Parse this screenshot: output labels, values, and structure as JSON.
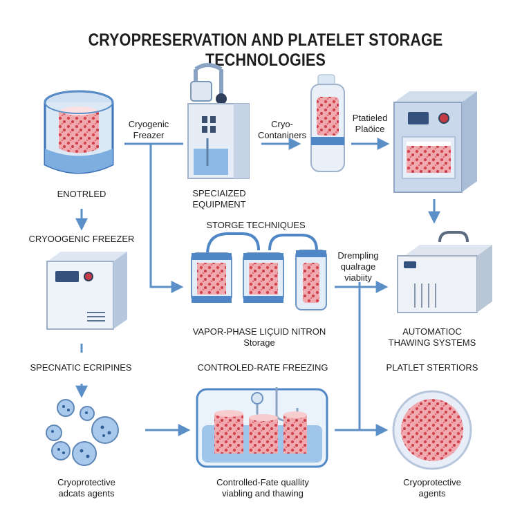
{
  "title": "CRYOPRESERVATION AND PLATELET STORAGE TECHNOLOGIES",
  "labels": {
    "enotrled": "ENOTRLED",
    "cryogenic_freezer_arrow": [
      "Cryogenic",
      "Freazer"
    ],
    "specialized_equipment": [
      "SPECIAIZED",
      "EQUIPMENT"
    ],
    "cryo_containers": [
      "Cryo-",
      "Contaniners"
    ],
    "platieled_placice": [
      "Ptatieled",
      "Plaöice"
    ],
    "cryoogenic_freezer": "CRYOOGENIC FREEZER",
    "storge_techniques": "STORGE TECHNIQUES",
    "drempling": [
      "Drempling",
      "qualrage",
      "viabiity"
    ],
    "vapor_phase": [
      "VAPOR-PHASE LIÇUID NITRON",
      "Storage"
    ],
    "automatic_thawing": [
      "AUTOMATIOC",
      "THAWING SYSTEMS"
    ],
    "specnatic_ecripines": "SPECNATIC ECRIPINES",
    "controled_rate": "CONTROLED-RATE FREEZING",
    "platlet_stertiors": "PLATLET STERTIORS",
    "cryoprotective_adcats": [
      "Cryoprotective",
      "adcats agents"
    ],
    "controlled_fate": [
      "Controlled-Fate quallity",
      "viabling and thawing"
    ],
    "cryoprotective_agents": [
      "Cryoprotective",
      "agents"
    ]
  },
  "colors": {
    "arrow": "#5b8fc7",
    "device_light": "#e8eef7",
    "device_mid": "#b9cce3",
    "device_dark": "#4f6f99",
    "cells": "#d9545f",
    "cells_bg": "#f3b7bb",
    "liquid": "#9fc5ea"
  }
}
